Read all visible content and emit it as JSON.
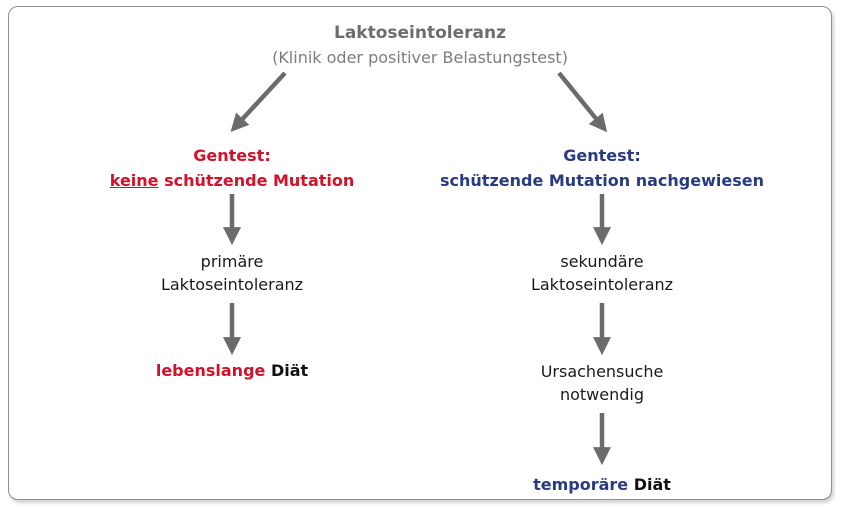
{
  "title": "Laktoseintoleranz",
  "subtitle": "(Klinik oder positiver Belastungstest)",
  "left": {
    "gentest_label": "Gentest:",
    "mutation_prefix": "keine",
    "mutation_rest": "schützende Mutation",
    "diagnosis_line1": "primäre",
    "diagnosis_line2": "Laktoseintoleranz",
    "diet_prefix": "lebenslange",
    "diet_word": "Diät"
  },
  "right": {
    "gentest_label": "Gentest:",
    "mutation_text": "schützende Mutation nachgewiesen",
    "diagnosis_line1": "sekundäre",
    "diagnosis_line2": "Laktoseintoleranz",
    "search_line1": "Ursachensuche",
    "search_line2": "notwendig",
    "diet_prefix": "temporäre",
    "diet_word": "Diät"
  },
  "colors": {
    "red": "#d1122a",
    "blue": "#283b82",
    "gray_text": "#6d6d6d",
    "arrow": "#6b6b6b",
    "border": "#8e8e8e"
  }
}
